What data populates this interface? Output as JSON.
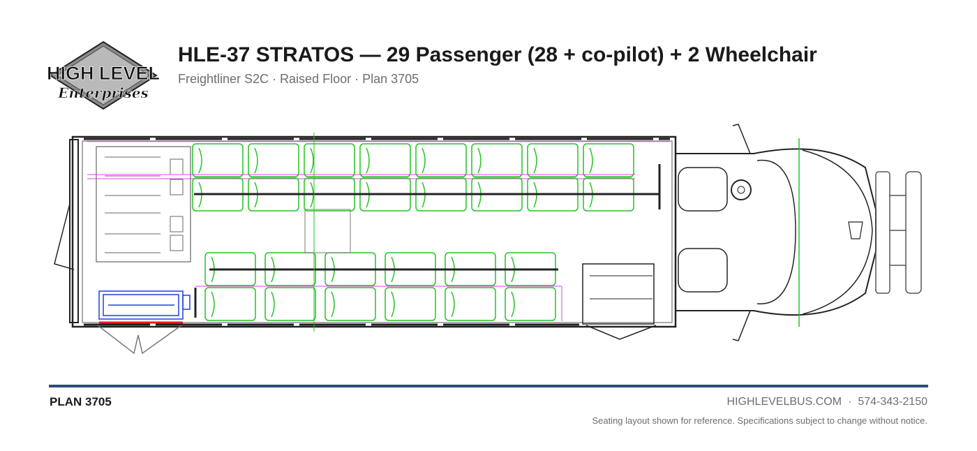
{
  "header": {
    "title": "HLE-37 STRATOS — 29 Passenger (28 + co-pilot) + 2 Wheelchair",
    "subtitle": "Freightliner S2C · Raised Floor · Plan 3705"
  },
  "logo": {
    "line1": "HIGH LEVEL",
    "line2": "Enterprises"
  },
  "footer": {
    "plan_label": "PLAN 3705",
    "website": "HIGHLEVELBUS.COM",
    "separator": "·",
    "phone": "574-343-2150",
    "disclaimer": "Seating layout shown for reference. Specifications subject to change without notice."
  },
  "diagram": {
    "seat_color": "#22c422",
    "lift_color": "#1f3ee0",
    "track_color": "#e040e0",
    "guide_color": "#23c423",
    "rule_color": "#2e4d74",
    "upper_seat_columns": 8,
    "lower_seat_columns": 6,
    "seats_per_column": 2,
    "icons": [
      "wheelchair-lift-icon",
      "driver-seat-icon",
      "steering-wheel-icon",
      "front-bumper-icon"
    ]
  }
}
